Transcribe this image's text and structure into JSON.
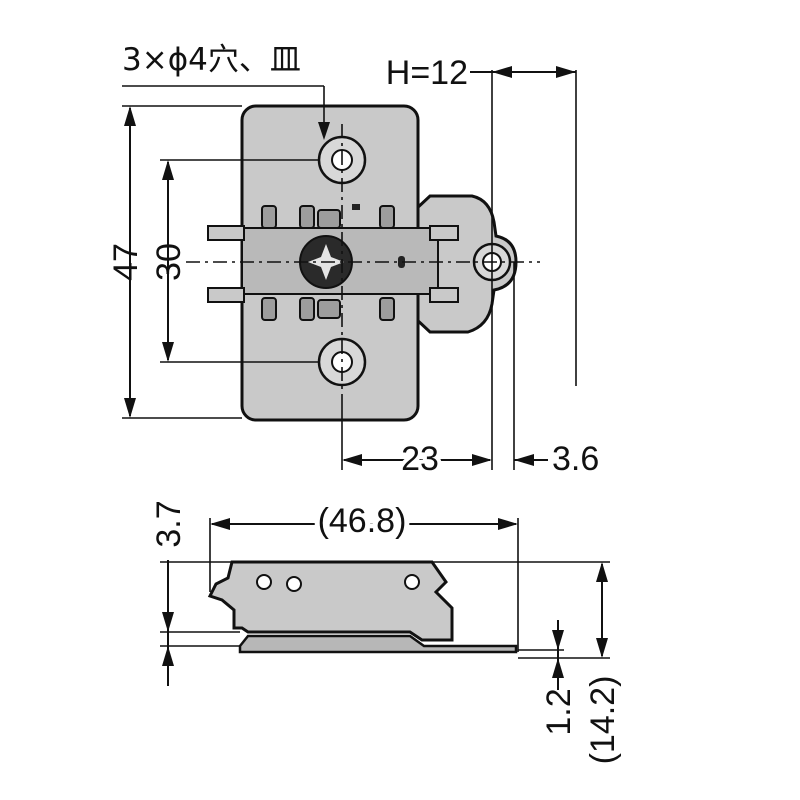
{
  "colors": {
    "part_fill": "#c9c9c9",
    "part_fill_dark": "#a9a9a9",
    "line": "#111111",
    "background": "#ffffff"
  },
  "top_view": {
    "hole_note": "3×ϕ4穴、皿",
    "height_label": "H=12",
    "dim_overall_height": "47",
    "dim_hole_pitch": "30",
    "dim_center_to_edge": "23",
    "dim_edge_to_pin": "3.6"
  },
  "side_view": {
    "dim_width": "(46.8)",
    "dim_step": "3.7",
    "dim_plate": "1.2",
    "dim_total_height": "(14.2)"
  }
}
